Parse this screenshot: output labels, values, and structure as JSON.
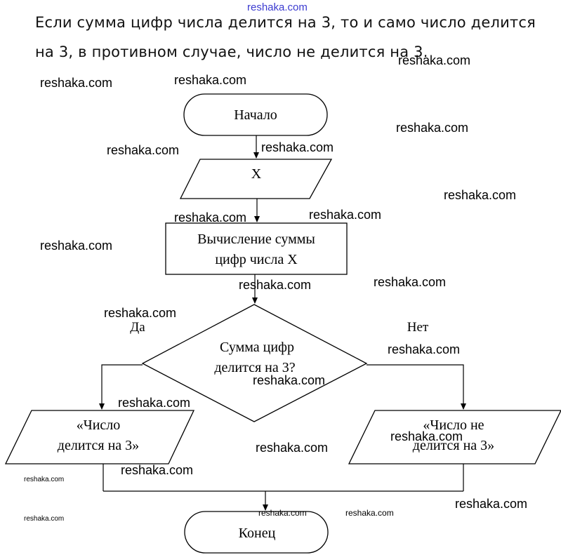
{
  "site_header": "reshaka.com",
  "intro": {
    "line1": "Если сумма цифр числа делится на 3, то и само число делится",
    "line2": "на 3, в противном случае, число не делится на 3."
  },
  "flowchart": {
    "start": "Начало",
    "input": "X",
    "process": [
      "Вычисление суммы",
      "цифр числа X"
    ],
    "decision": [
      "Сумма цифр",
      "делится на 3?"
    ],
    "yes_label": "Да",
    "no_label": "Нет",
    "output_yes": [
      "«Число",
      "делится на 3»"
    ],
    "output_no": [
      "«Число не",
      "делится на 3»"
    ],
    "end": "Конец"
  },
  "watermark": "reshaka.com"
}
